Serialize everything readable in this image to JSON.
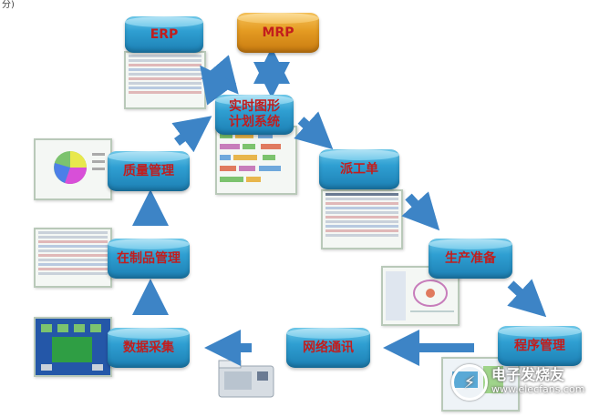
{
  "corner_note": "分)",
  "nodes": {
    "erp": "ERP",
    "mrp": "MRP",
    "planning": "实时图形计划系统",
    "dispatch": "派工单",
    "prep": "生产准备",
    "program": "程序管理",
    "network": "网络通讯",
    "collect": "数据采集",
    "wip": "在制品管理",
    "quality": "质量管理"
  },
  "watermark": {
    "name": "电子发烧友",
    "url": "www.elecfans.com"
  },
  "colors": {
    "cylinder_blue": "#2f9fd2",
    "cylinder_orange": "#e49b22",
    "label_red": "#c21d1d",
    "arrow_blue": "#3d84c6"
  }
}
